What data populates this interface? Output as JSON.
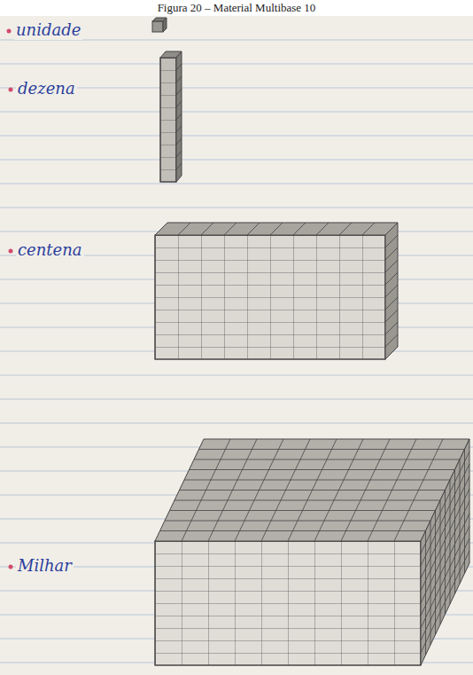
{
  "diagram": {
    "title": "Figura 20 – Material Multibase 10",
    "labels": [
      "unidade",
      "dezena",
      "centena",
      "Milhar"
    ]
  }
}
